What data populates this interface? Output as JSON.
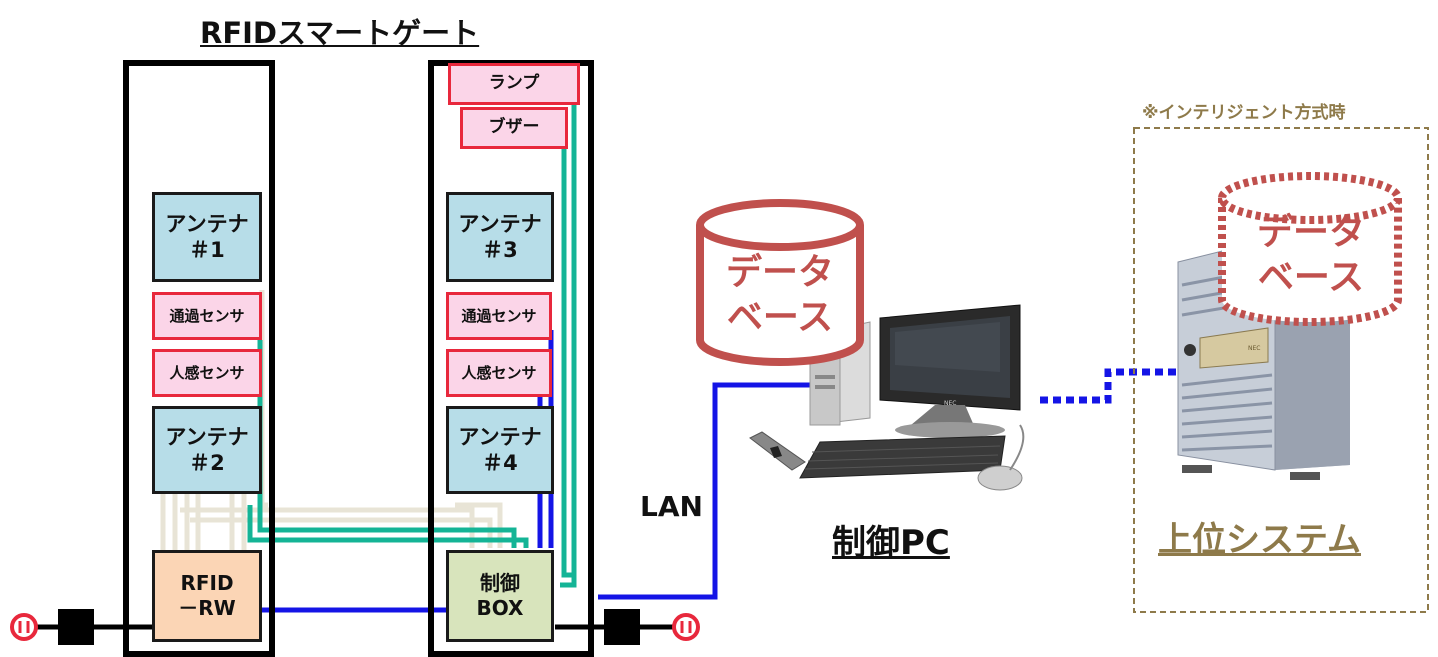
{
  "gate": {
    "title": "RFIDスマートゲート",
    "antennas": [
      "アンテナ\n＃1",
      "アンテナ\n＃3",
      "アンテナ\n＃2",
      "アンテナ\n＃4"
    ],
    "pass_sensor": "通過センサ",
    "human_sensor": "人感センサ",
    "lamp": "ランプ",
    "buzzer": "ブザー",
    "rfid_rw": "RFID\n－RW",
    "control_box": "制御\nBOX"
  },
  "network": {
    "lan_label": "LAN"
  },
  "control_pc": {
    "label": "制御PC",
    "database": "データ\nベース",
    "pc_brand": "NEC"
  },
  "upper_system": {
    "note": "※インテリジェント方式時",
    "label": "上位システム",
    "database": "データ\nベース",
    "server_brand": "NEC"
  },
  "colors": {
    "blue_line": "#1414e6",
    "teal_line": "#14b496",
    "beige_line": "#e8e4d6",
    "database_red": "#c0504d",
    "upper_system_text": "#8e7a4a"
  }
}
